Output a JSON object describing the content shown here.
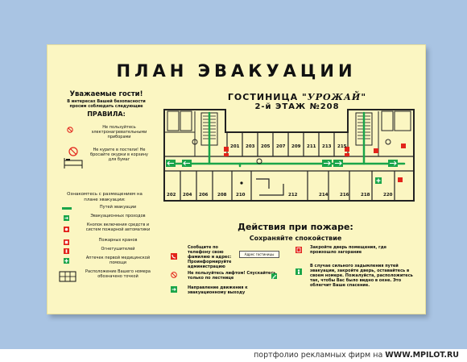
{
  "sign": {
    "title": "ПЛАН ЭВАКУАЦИИ",
    "hotel_prefix": "ГОСТИНИЦА ",
    "hotel_name": "\"УРОЖАЙ\"",
    "floor": "2-й ЭТАЖ №208"
  },
  "left_panel": {
    "greeting": "Уважаемые гости!",
    "intro": "В интересах Вашей безопасности просим соблюдать следующие",
    "rules_title": "ПРАВИЛА:",
    "rule1": "Не пользуйтесь электронагревательными приборами",
    "rule2": "Не курите в постели! Не бросайте окурки в корзину для бумаг",
    "legend_title": "Ознакомтесь с размещением на плане эвакуации:",
    "legend": [
      {
        "label": "Путей эвакуации",
        "icon": "green-line"
      },
      {
        "label": "Эвакуационных проходов",
        "icon": "exit-arrow-icon"
      },
      {
        "label": "Кнопок включения средств и систем пожарной автоматики",
        "icon": "fire-alarm-icon"
      },
      {
        "label": "Пожарных кранов",
        "icon": "fire-hydrant-icon"
      },
      {
        "label": "Огнетушителей",
        "icon": "extinguisher-icon"
      },
      {
        "label": "Аптечек первой медицинской помощи",
        "icon": "first-aid-icon"
      },
      {
        "label": "Расположение Вашего номера обозначено точкой",
        "icon": "room-dot-icon"
      }
    ]
  },
  "plan": {
    "top_rooms": [
      "201",
      "203",
      "205",
      "207",
      "209",
      "211",
      "213",
      "215"
    ],
    "bottom_rooms": [
      "202",
      "204",
      "206",
      "208",
      "210",
      "212",
      "214",
      "216",
      "218",
      "220"
    ]
  },
  "actions": {
    "title": "Действия при пожаре:",
    "subtitle": "Сохраняйте спокойствие",
    "a1": "Сообщите по телефону свою фамилию и адрес: Проинформируйте администрацию",
    "address_box": "Адрес гостиницы",
    "a2": "Не пользуйтесь лифтом! Спускайтесь только по лестнице",
    "a3": "Направление движения к эвакуационному выходу",
    "a4": "Закройте дверь помещения, где произошло загорание",
    "a5": "В случае сильного задымления путей эвакуации, закройте дверь, оставайтесь в своем номере. Пожалуйста, расположитесь так, чтобы Вас было видно в окне. Это облегчит Ваше спасение."
  },
  "caption": {
    "text": "портфолио рекламных фирм на ",
    "site": "WWW.MPILOT.RU"
  },
  "colors": {
    "background": "#a9c4e3",
    "sign": "#fbf6c2",
    "route_green": "#1aa54a",
    "fire_red": "#e2231a",
    "walls": "#222222"
  }
}
